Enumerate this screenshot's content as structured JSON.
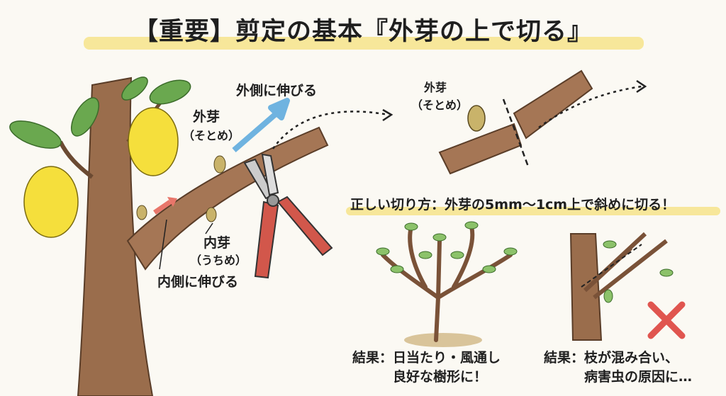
{
  "title": "【重要】剪定の基本『外芽の上で切る』",
  "left_diagram": {
    "outward_growth": "外側に伸びる",
    "outer_bud": "外芽",
    "outer_bud_reading": "（そとめ）",
    "inner_bud": "内芽",
    "inner_bud_reading": "（うちめ）",
    "inward_growth": "内側に伸びる"
  },
  "cut_detail": {
    "outer_bud": "外芽",
    "outer_bud_reading": "（そとめ）"
  },
  "instruction": "正しい切り方：外芽の5mm〜1cm上で斜めに切る！",
  "results": {
    "good_line1": "結果：日当たり・風通し",
    "good_line2": "良好な樹形に！",
    "bad_line1": "結果：枝が混み合い、",
    "bad_line2": "病害虫の原因に…"
  },
  "colors": {
    "highlight": "#f6e48a",
    "arrow_blue": "#6fb3e0",
    "arrow_red": "#e8766a",
    "cross_red": "#e0554f"
  }
}
